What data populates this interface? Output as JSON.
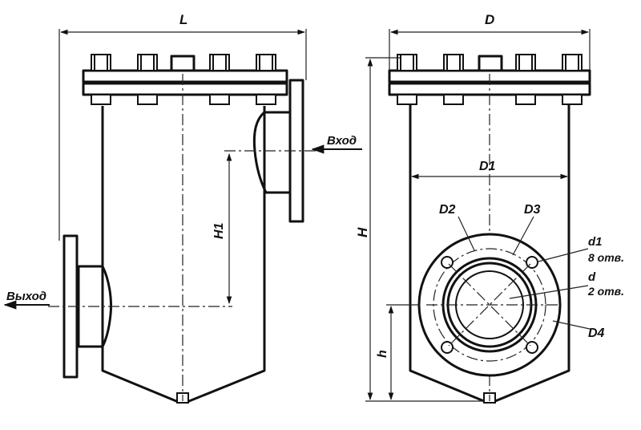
{
  "labels": {
    "L": "L",
    "D": "D",
    "D1": "D1",
    "D2": "D2",
    "D3": "D3",
    "D4": "D4",
    "H": "H",
    "H1": "H1",
    "h": "h",
    "d1": "d1",
    "d1_count": "8 отв.",
    "d": "d",
    "d_count": "2 отв."
  },
  "ports": {
    "inlet": "Вход",
    "outlet": "Выход"
  },
  "colors": {
    "line": "#111111",
    "background": "#ffffff"
  }
}
